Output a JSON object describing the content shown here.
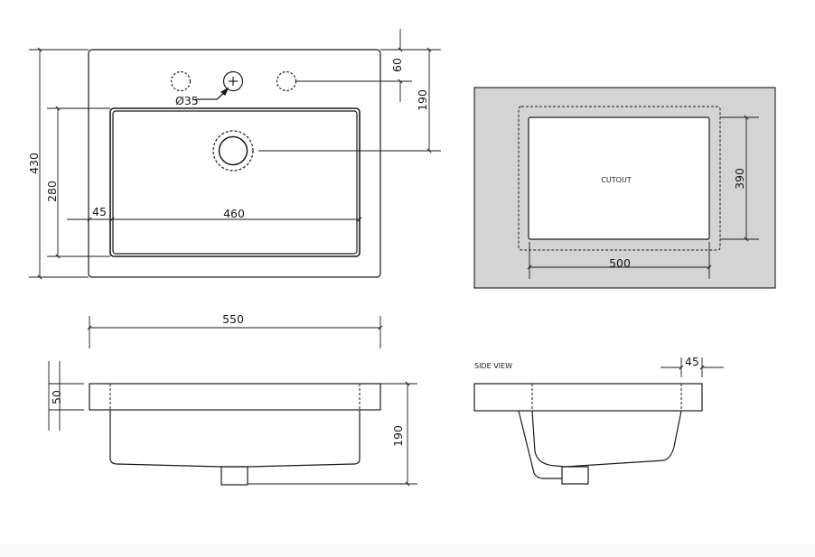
{
  "plan_view": {
    "overall_depth": "430",
    "bowl_depth": "280",
    "tap_hole_offset": "60",
    "waste_offset": "190",
    "edge_margin": "45",
    "bowl_width": "460",
    "tap_hole_diameter": "Ø35"
  },
  "cutout_view": {
    "label": "CUTOUT",
    "cutout_depth": "390",
    "cutout_width": "500",
    "background_color": "#d4d4d4"
  },
  "front_view": {
    "overall_width": "550",
    "rim_height": "50",
    "overall_height": "190"
  },
  "side_view": {
    "title": "SIDE VIEW",
    "rim_overhang": "45"
  },
  "colors": {
    "line": "#1a1a1a",
    "panel": "#d4d4d4",
    "background": "#ffffff"
  }
}
